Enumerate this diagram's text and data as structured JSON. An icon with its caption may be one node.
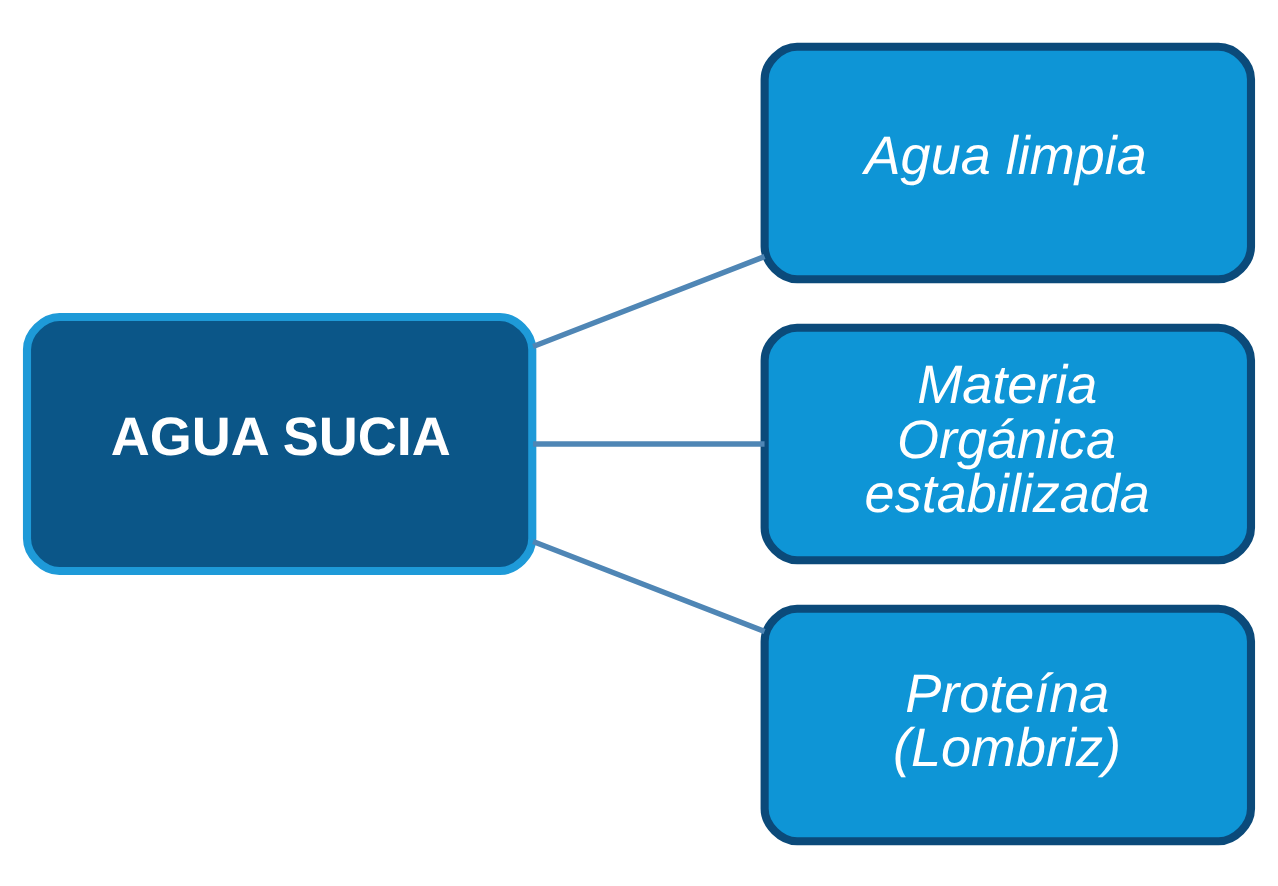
{
  "diagram": {
    "nodes": [
      {
        "text": [
          "AGUA SUCIA"
        ]
      },
      {
        "text": [
          "Agua limpia"
        ]
      },
      {
        "text": [
          "Materia Orgánica estabilizada"
        ]
      },
      {
        "text": [
          "Proteína (Lombriz)"
        ]
      }
    ],
    "edges": [
      {
        "from": 0,
        "to": 1,
        "arrow": "none"
      },
      {
        "from": 0,
        "to": 2,
        "arrow": "none"
      },
      {
        "from": 0,
        "to": 3,
        "arrow": "none"
      }
    ]
  }
}
